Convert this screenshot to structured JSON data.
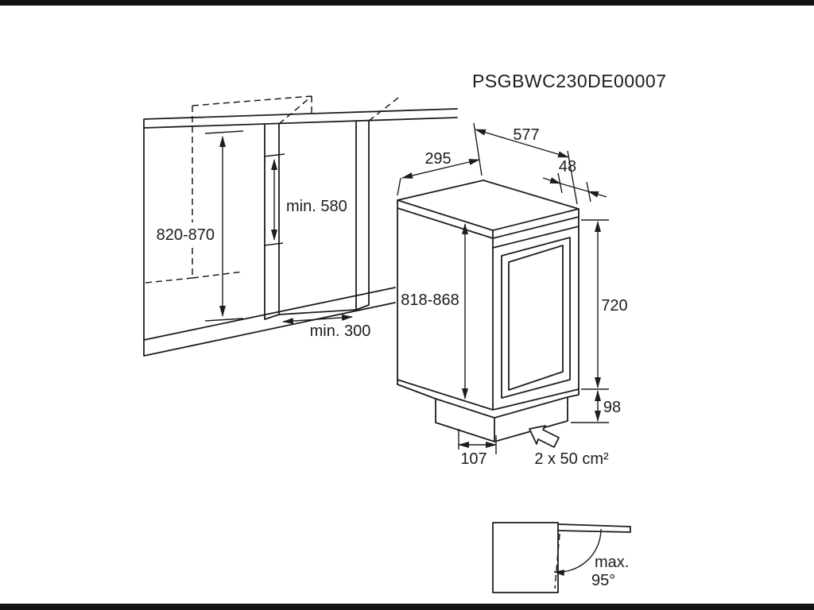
{
  "colors": {
    "line": "#1d1d1d",
    "background": "#ffffff",
    "bar": "#121212"
  },
  "header": {
    "part_number": "PSGBWC230DE00007"
  },
  "dims": {
    "niche_height": "820-870",
    "niche_depth": "min. 580",
    "niche_width": "min. 300",
    "top_depth": "295",
    "top_width": "577",
    "top_overhang": "48",
    "appliance_height": "818-868",
    "door_height": "720",
    "plinth_height": "98",
    "plinth_recess": "107",
    "vent_area": "2 x 50 cm²"
  },
  "inset": {
    "angle_max": "max.",
    "angle_value": "95°"
  }
}
